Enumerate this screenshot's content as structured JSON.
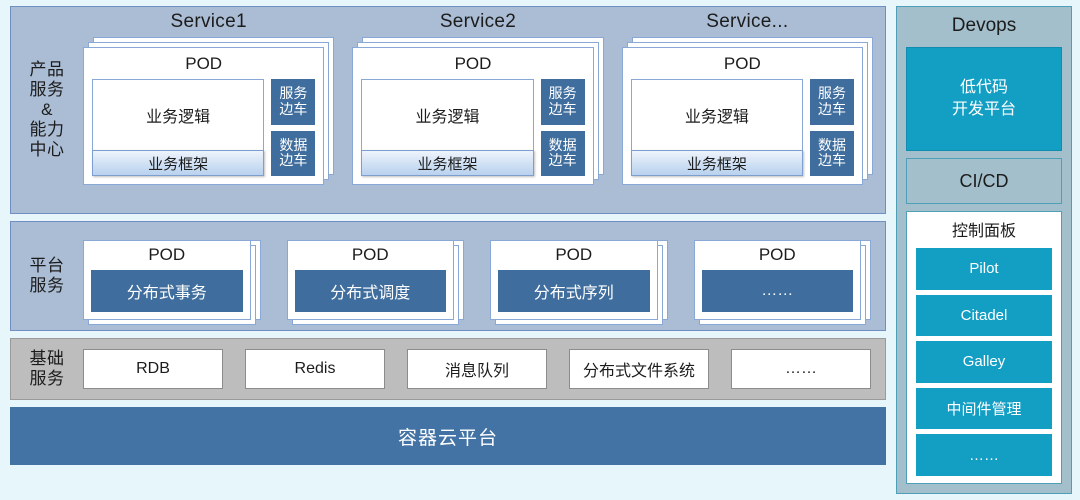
{
  "layers": {
    "services": {
      "label_lines": [
        "产品",
        "服务",
        "&",
        "能力",
        "中心"
      ],
      "items": [
        {
          "title": "Service1",
          "pod_title": "POD",
          "business_logic": "业务逻辑",
          "business_framework": "业务框架",
          "sidecars": [
            {
              "lines": [
                "服务",
                "边车"
              ]
            },
            {
              "lines": [
                "数据",
                "边车"
              ]
            }
          ]
        },
        {
          "title": "Service2",
          "pod_title": "POD",
          "business_logic": "业务逻辑",
          "business_framework": "业务框架",
          "sidecars": [
            {
              "lines": [
                "服务",
                "边车"
              ]
            },
            {
              "lines": [
                "数据",
                "边车"
              ]
            }
          ]
        },
        {
          "title": "Service...",
          "pod_title": "POD",
          "business_logic": "业务逻辑",
          "business_framework": "业务框架",
          "sidecars": [
            {
              "lines": [
                "服务",
                "边车"
              ]
            },
            {
              "lines": [
                "数据",
                "边车"
              ]
            }
          ]
        }
      ]
    },
    "platform": {
      "label_lines": [
        "平台",
        "服务"
      ],
      "items": [
        {
          "pod_title": "POD",
          "name": "分布式事务"
        },
        {
          "pod_title": "POD",
          "name": "分布式调度"
        },
        {
          "pod_title": "POD",
          "name": "分布式序列"
        },
        {
          "pod_title": "POD",
          "name": "……"
        }
      ]
    },
    "infrastructure": {
      "label_lines": [
        "基础",
        "服务"
      ],
      "items": [
        "RDB",
        "Redis",
        "消息队列",
        "分布式文件系统",
        "……"
      ]
    },
    "container_cloud": {
      "label": "容器云平台"
    }
  },
  "devops": {
    "title": "Devops",
    "lowcode_lines": [
      "低代码",
      "开发平台"
    ],
    "cicd_label": "CI/CD",
    "control_panel": {
      "title": "控制面板",
      "items": [
        "Pilot",
        "Citadel",
        "Galley",
        "中间件管理",
        "……"
      ]
    }
  },
  "colors": {
    "page_background": "#e6f6fa",
    "layer_background": "#aabdd4",
    "layer_border": "#6f8fc4",
    "infra_background": "#bdbdbd",
    "accent_dark_blue": "#3f6e9e",
    "container_cloud": "#4273a4",
    "devops_background": "#a3bfcb",
    "devops_border": "#4f9fb8",
    "accent_cyan": "#139ec4"
  }
}
